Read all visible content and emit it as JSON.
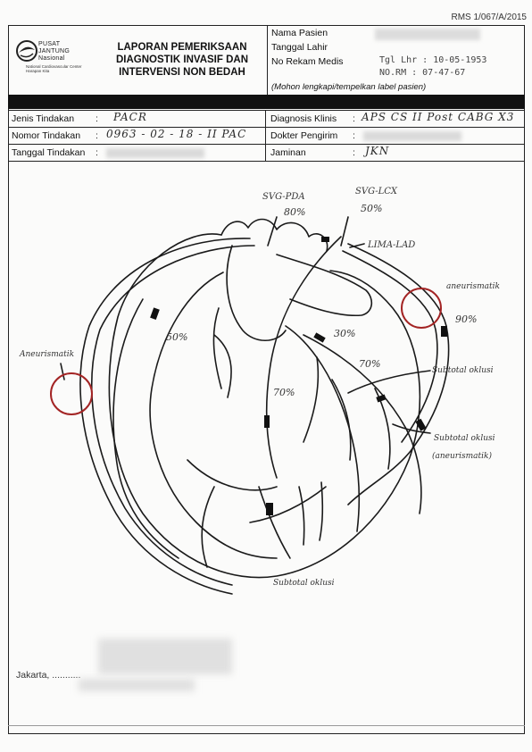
{
  "form_code": "RMS 1/067/A/2015",
  "institution": {
    "name": "PUSAT JANTUNG Nasional",
    "subtitle": "National Cardiovascular Center Harapan Kita"
  },
  "report_title": "LAPORAN PEMERIKSAAN DIAGNOSTIK INVASIF DAN INTERVENSI NON BEDAH",
  "patient": {
    "name_label": "Nama Pasien",
    "dob_label": "Tanggal Lahir",
    "mrn_label": "No Rekam Medis",
    "note": "(Mohon lengkapi/tempelkan label pasien)",
    "dob_value": "Tgl Lhr : 10-05-1953",
    "mrn_value": "NO.RM : 07-47-67"
  },
  "fields": {
    "jenis_label": "Jenis Tindakan",
    "jenis_value": "PACR",
    "nomor_label": "Nomor Tindakan",
    "nomor_value": "0963 - 02 - 18 - II  PAC",
    "tanggal_label": "Tanggal Tindakan",
    "diagnosis_label": "Diagnosis Klinis",
    "diagnosis_value": "APS CS II  Post CABG X3",
    "dokter_label": "Dokter Pengirim",
    "jaminan_label": "Jaminan",
    "jaminan_value": "JKN",
    "colon": ":"
  },
  "annotations": {
    "svg_pda": "SVG-PDA",
    "svg_pda_pct": "80%",
    "svg_lcx": "SVG-LCX",
    "svg_lcx_pct": "50%",
    "lima_lad": "LIMA-LAD",
    "aneurysmatik_right": "aneurismatik",
    "right_pct": "90%",
    "left_pct": "50%",
    "aneurysmatik_left": "Aneurismatik",
    "lm_pct": "30%",
    "lad_pct": "70%",
    "lcx_pct": "70%",
    "subtotal_oklusi": "Subtotal oklusi",
    "subtotal_oklusi_2": "Subtotal oklusi",
    "aneurysmatik_paren": "(aneurismatik)",
    "subtotal_bottom": "Subtotal oklusi"
  },
  "footer": {
    "place": "Jakarta, ..........."
  }
}
